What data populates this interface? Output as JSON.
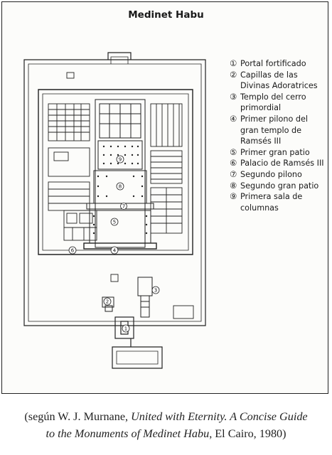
{
  "title": "Medinet Habu",
  "legend": [
    {
      "num": "①",
      "text": "Portal fortificado"
    },
    {
      "num": "②",
      "text": "Capillas de las Divinas Adoratrices"
    },
    {
      "num": "③",
      "text": "Templo del cerro primordial"
    },
    {
      "num": "④",
      "text": "Primer pilono del gran templo de Ramsés III"
    },
    {
      "num": "⑤",
      "text": "Primer gran patio"
    },
    {
      "num": "⑥",
      "text": "Palacio de Ramsés III"
    },
    {
      "num": "⑦",
      "text": "Segundo pilono"
    },
    {
      "num": "⑧",
      "text": "Segundo gran patio"
    },
    {
      "num": "⑨",
      "text": "Primera sala de columnas"
    }
  ],
  "plan_labels": {
    "n1": "1",
    "n2": "2",
    "n3": "3",
    "n4": "4",
    "n5": "5",
    "n6": "6",
    "n7": "7",
    "n8": "8",
    "n9": "9"
  },
  "caption": {
    "l1_a": "(según W. J. Murnane, ",
    "l1_b": "United with Eternity. A Concise Guide",
    "l2_a": "to the Monuments of Medinet Habu",
    "l2_b": ", El Cairo, 1980)"
  }
}
